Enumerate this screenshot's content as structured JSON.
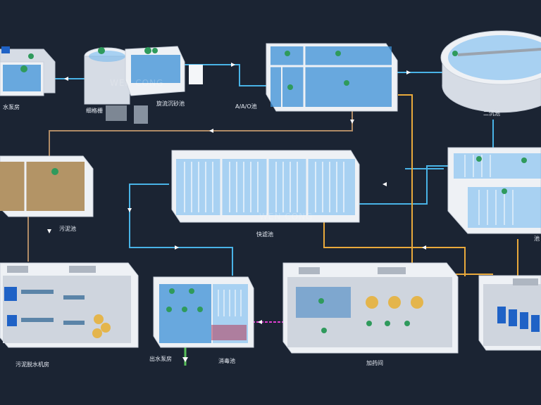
{
  "watermark": "WEN CONG",
  "facilities": {
    "intake_pump": "水泵房",
    "fine_screen": "细格栅",
    "grit_chamber": "旋流沉砂池",
    "aao_tank": "A/A/O池",
    "secondary_clarifier": "二沉池",
    "sludge_tank": "污泥池",
    "rapid_filter": "快滤池",
    "right_tank_partial": "池",
    "sludge_dewatering": "污泥脱水机房",
    "effluent_pump": "出水泵房",
    "disinfection": "消毒池",
    "dosing_room": "加药间"
  },
  "colors": {
    "background": "#1b2433",
    "water_pipe": "#49b3e6",
    "sludge_pipe": "#e9a93b",
    "mud_pipe": "#b08b66",
    "chemical_pipe": "#e03fd0",
    "effluent_pipe": "#58c05a"
  }
}
